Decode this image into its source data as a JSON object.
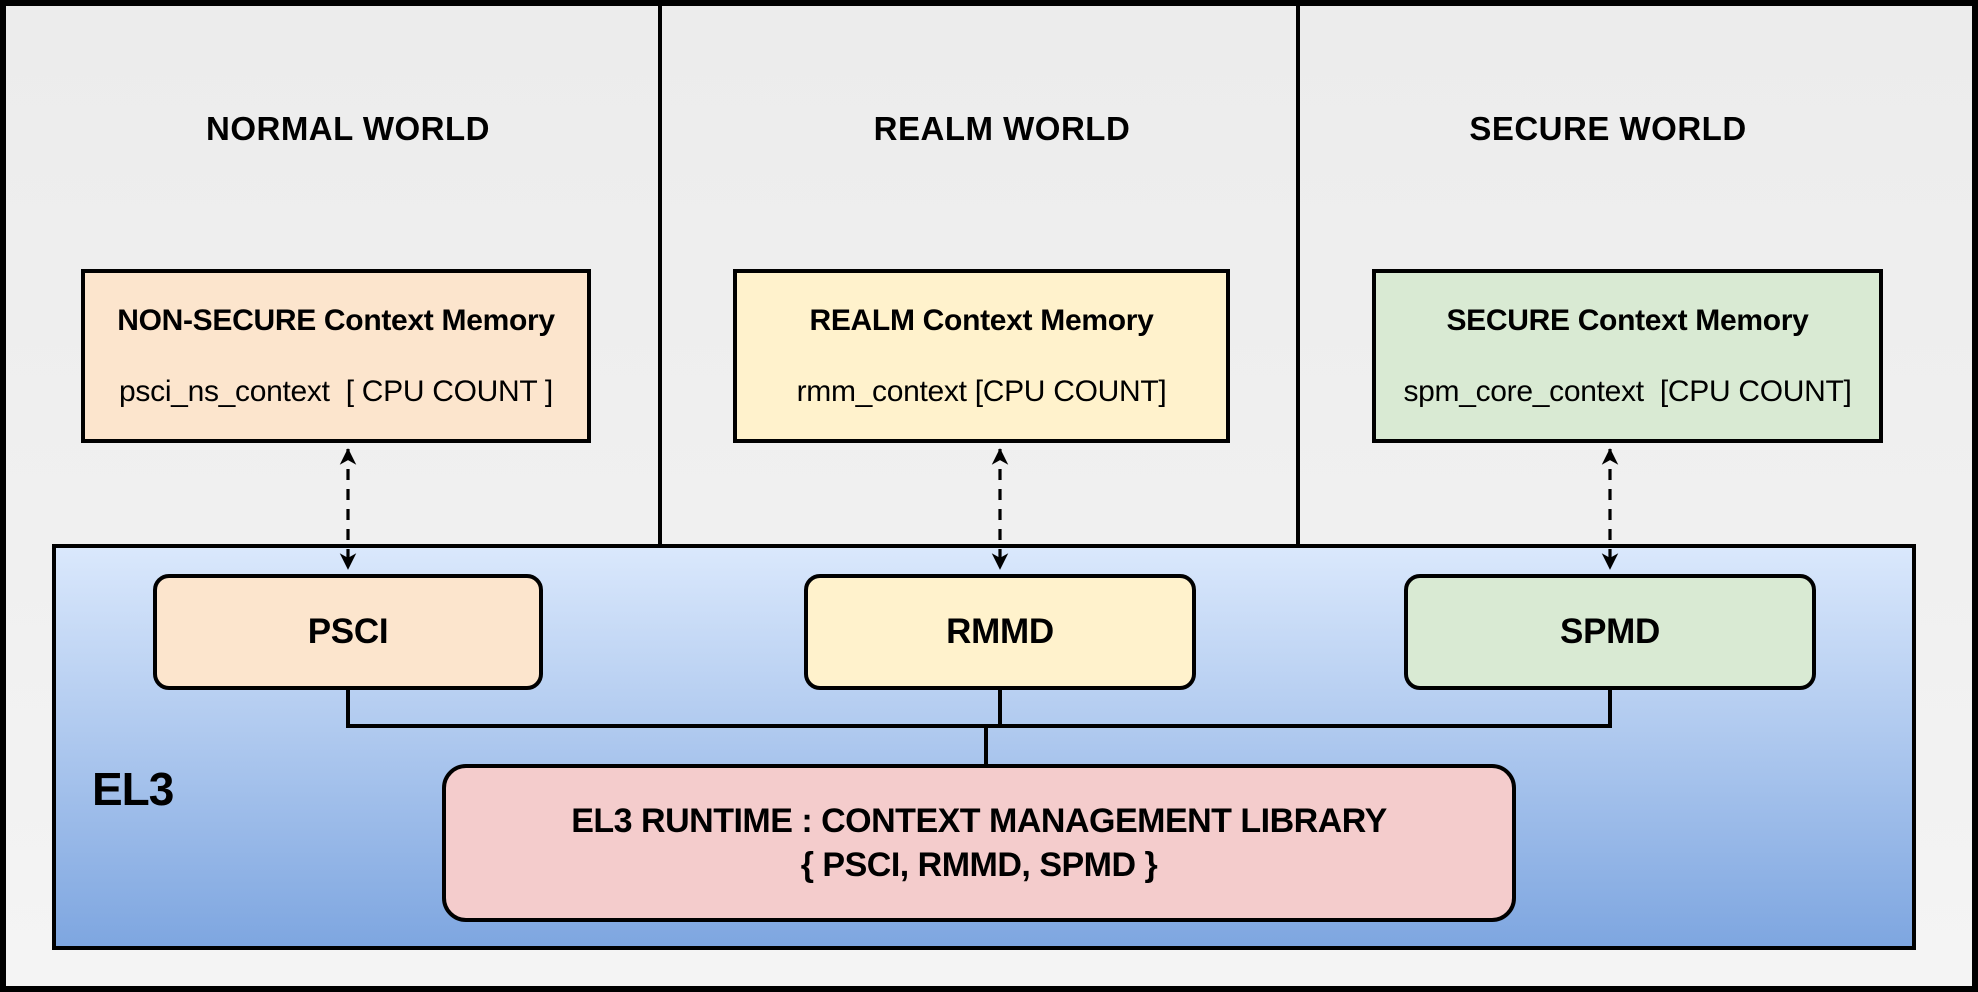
{
  "worlds": [
    {
      "title": "NORMAL WORLD",
      "memory_title": "NON-SECURE Context Memory",
      "memory_detail": "psci_ns_context  [ CPU COUNT ]",
      "component": "PSCI",
      "fill": "#fce5cd"
    },
    {
      "title": "REALM WORLD",
      "memory_title": "REALM Context Memory",
      "memory_detail": "rmm_context [CPU COUNT]",
      "component": "RMMD",
      "fill": "#fff2cc"
    },
    {
      "title": "SECURE WORLD",
      "memory_title": "SECURE Context Memory",
      "memory_detail": "spm_core_context  [CPU COUNT]",
      "component": "SPMD",
      "fill": "#d9ead3"
    }
  ],
  "el3": {
    "label": "EL3",
    "runtime_line1": "EL3 RUNTIME : CONTEXT MANAGEMENT LIBRARY",
    "runtime_line2": "{ PSCI, RMMD, SPMD }"
  },
  "colors": {
    "normal_fill": "#fce5cd",
    "realm_fill": "#fff2cc",
    "secure_fill": "#d9ead3",
    "runtime_fill": "#f4cccc",
    "el3_gradient_top": "#dae8fc",
    "el3_gradient_bottom": "#7ea6e0",
    "panel_fill": "#efefef",
    "line": "#000000"
  }
}
